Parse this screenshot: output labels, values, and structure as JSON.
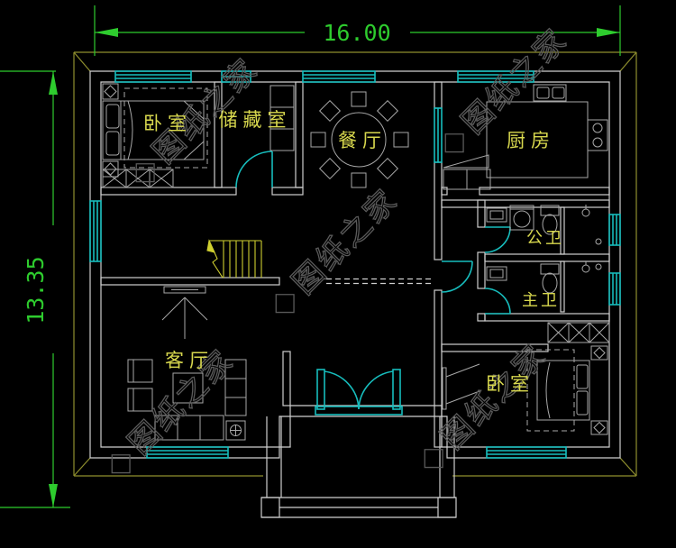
{
  "dimensions": {
    "width": "16.00",
    "depth": "13.35"
  },
  "rooms": {
    "bedroom_nw": "卧室",
    "storage": "储藏室",
    "dining": "餐厅",
    "kitchen": "厨房",
    "bath_public": "公卫",
    "bath_master": "主卫",
    "living": "客厅",
    "bedroom_se": "卧室"
  },
  "watermark": "图纸之家",
  "colors": {
    "background": "#000000",
    "walls": "#cfcfcf",
    "furniture": "#a8a8a8",
    "windows_doors": "#17bdbd",
    "dimensions": "#2ecc2e",
    "room_labels": "#d8d84e",
    "stairs": "#cfcf30",
    "eave": "#8f8f2e",
    "watermark": "#5a5a5a"
  }
}
